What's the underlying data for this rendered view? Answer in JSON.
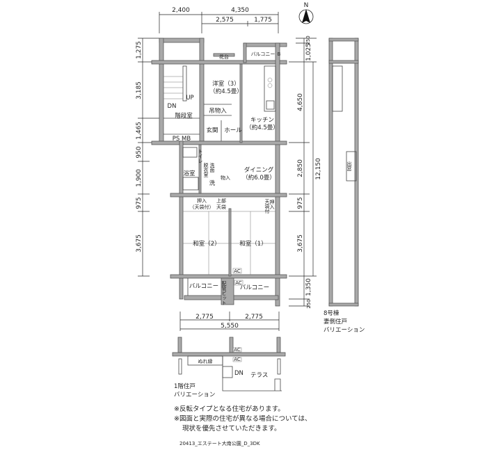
{
  "dimensions": {
    "top": [
      "2,400",
      "4,350",
      "2,575",
      "1,775"
    ],
    "left": [
      "1,275",
      "3,185",
      "1,465",
      "950",
      "1,900",
      "975",
      "3,675"
    ],
    "right": [
      "250",
      "1,025",
      "4,650",
      "2,850",
      "975",
      "3,675",
      "1,350",
      "250"
    ],
    "right_total": "12,150",
    "bottom": [
      "2,775",
      "2,775",
      "5,550"
    ]
  },
  "north_label": "N",
  "rooms": {
    "western_room": "洋室（3）",
    "western_room_size": "（約4.5畳）",
    "hanging_storage": "吊物入",
    "entrance": "玄関",
    "hall": "ホール",
    "kitchen": "キッチン",
    "kitchen_size": "（約4.5畳）",
    "stairwell": "階段室",
    "stair_down": "DN",
    "stair_up": "UP",
    "ps_mb": "PS MB",
    "toilet": "トイレ",
    "bath": "浴室",
    "dressing": "脱衣室",
    "washroom": "洗面",
    "storage": "物入",
    "washer": "洗",
    "dining": "ダイニング",
    "dining_size": "（約6.0畳）",
    "closet_left": "押入",
    "closet_left_note": "（天袋付）",
    "upper_storage_1": "上部",
    "upper_storage_2": "天袋",
    "closet_right": "押入",
    "closet_right_note": "天袋付",
    "japanese_room_2": "和室（2）",
    "japanese_room_1": "和室（1）",
    "balcony_left": "バルコニー",
    "balcony_right": "バルコニー",
    "balcony_top": "バルコニー",
    "pipe_pit": "配管ピット",
    "ac": "AC",
    "flowerbed": "花台",
    "b_label": "B"
  },
  "side_variation": {
    "deck_label": "出窓",
    "title_1": "8号棟",
    "title_2": "妻側住戸",
    "title_3": "バリエーション"
  },
  "ground_floor_variation": {
    "veranda": "ぬれ縁",
    "down": "DN",
    "terrace": "テラス",
    "ac": "AC",
    "title_1": "1階住戸",
    "title_2": "バリエーション"
  },
  "notes": [
    "※反転タイプとなる住宅があります。",
    "※図面と実際の住宅が異なる場合については、",
    "現状を優先させていただきます。"
  ],
  "footer": "20413_エステート大南公園_D_3DK"
}
